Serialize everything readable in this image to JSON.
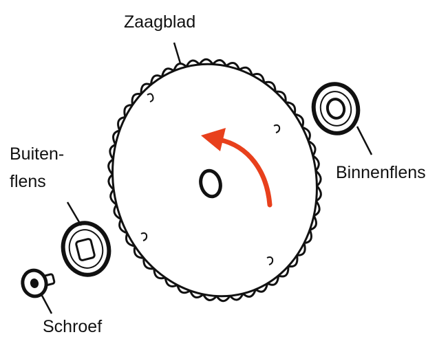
{
  "labels": {
    "blade": "Zaagblad",
    "inner_flange": "Binnenflens",
    "outer_flange_line1": "Buiten-",
    "outer_flange_line2": "flens",
    "screw": "Schroef"
  },
  "colors": {
    "ink": "#111111",
    "arrow": "#e8401c",
    "background": "#ffffff"
  },
  "icons": {
    "rotation": "curved-arrow-icon"
  }
}
